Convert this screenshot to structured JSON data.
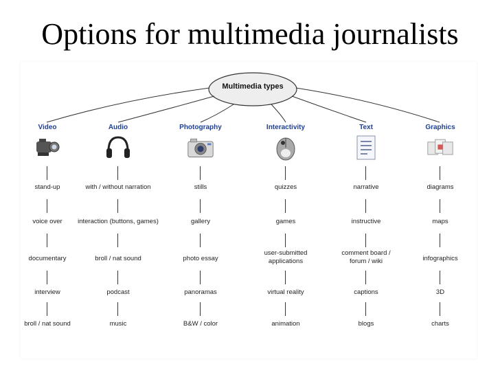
{
  "title": "Options for multimedia journalists",
  "root": "Multimedia types",
  "columns": [
    {
      "heading": "Video",
      "icon": "video-camera-icon",
      "items": [
        "stand-up",
        "voice over",
        "documentary",
        "interview",
        "broll / nat sound"
      ]
    },
    {
      "heading": "Audio",
      "icon": "headphones-icon",
      "items": [
        "with / without narration",
        "interaction (buttons, games)",
        "broll / nat sound",
        "podcast",
        "music"
      ]
    },
    {
      "heading": "Photography",
      "icon": "camera-icon",
      "items": [
        "stills",
        "gallery",
        "photo essay",
        "panoramas",
        "B&W / color"
      ]
    },
    {
      "heading": "Interactivity",
      "icon": "mouse-icon",
      "items": [
        "quizzes",
        "games",
        "user-submitted applications",
        "virtual reality",
        "animation"
      ]
    },
    {
      "heading": "Text",
      "icon": "document-icon",
      "items": [
        "narrative",
        "instructive",
        "comment board / forum / wiki",
        "captions",
        "blogs"
      ]
    },
    {
      "heading": "Graphics",
      "icon": "graphics-icon",
      "items": [
        "diagrams",
        "maps",
        "infographics",
        "3D",
        "charts"
      ]
    }
  ],
  "colors": {
    "heading": "#1f3f93",
    "ellipse_fill": "#eeeeee"
  }
}
